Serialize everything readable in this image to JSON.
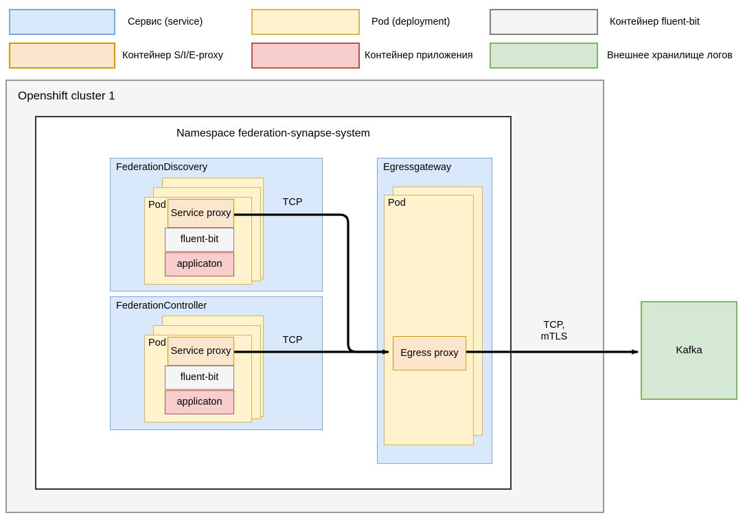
{
  "legend": {
    "items": [
      {
        "id": "service",
        "label": "Сервис (service)",
        "fill": "#dae8fc",
        "stroke": "#7ea6e0",
        "row": 0,
        "col": 0
      },
      {
        "id": "pod",
        "label": "Pod (deployment)",
        "fill": "#fff2cc",
        "stroke": "#d6b656",
        "row": 0,
        "col": 1
      },
      {
        "id": "fluentbit",
        "label": "Контейнер fluent-bit",
        "fill": "#f5f5f5",
        "stroke": "#808080",
        "row": 0,
        "col": 2
      },
      {
        "id": "sieproxy",
        "label": "Контейнер S/I/E-proxy",
        "fill": "#fce5cd",
        "stroke": "#d79b00",
        "row": 1,
        "col": 0
      },
      {
        "id": "app",
        "label": "Контейнер приложения",
        "fill": "#f8cecc",
        "stroke": "#b85450",
        "row": 1,
        "col": 1
      },
      {
        "id": "extstore",
        "label": "Внешнее хранилище логов",
        "fill": "#d5e8d4",
        "stroke": "#82b366",
        "row": 1,
        "col": 2
      }
    ]
  },
  "cluster": {
    "title": "Openshift cluster 1",
    "namespace": {
      "title": "Namespace federation-synapse-system"
    }
  },
  "services": {
    "federation_discovery": {
      "title": "FederationDiscovery",
      "pod_label": "Pod",
      "containers": {
        "proxy": "Service\nproxy",
        "fluentbit": "fluent-bit",
        "application": "applicaton"
      }
    },
    "federation_controller": {
      "title": "FederationController",
      "pod_label": "Pod",
      "containers": {
        "proxy": "Service\nproxy",
        "fluentbit": "fluent-bit",
        "application": "applicaton"
      }
    },
    "egress_gateway": {
      "title": "Egressgateway",
      "pod_label": "Pod",
      "containers": {
        "proxy": "Egress proxy"
      }
    }
  },
  "external": {
    "kafka": "Kafka"
  },
  "edges": [
    {
      "id": "discovery-to-egress",
      "label": "TCP"
    },
    {
      "id": "controller-to-egress",
      "label": "TCP"
    },
    {
      "id": "egress-to-kafka",
      "label": "TCP,\nmTLS"
    }
  ],
  "colors": {
    "service_fill": "#dae8fc",
    "service_stroke": "#7ea6e0",
    "pod_fill": "#fff2cc",
    "pod_stroke": "#d6b656",
    "proxy_fill": "#fce5cd",
    "proxy_stroke": "#d79b00",
    "fluentbit_fill": "#f5f5f5",
    "fluentbit_stroke": "#808080",
    "app_fill": "#f8cecc",
    "app_stroke": "#b85450",
    "external_fill": "#d5e8d4",
    "external_stroke": "#82b366",
    "cluster_fill": "#f5f5f5",
    "cluster_stroke": "#999999",
    "namespace_stroke": "#333333",
    "edge_stroke": "#000000"
  }
}
